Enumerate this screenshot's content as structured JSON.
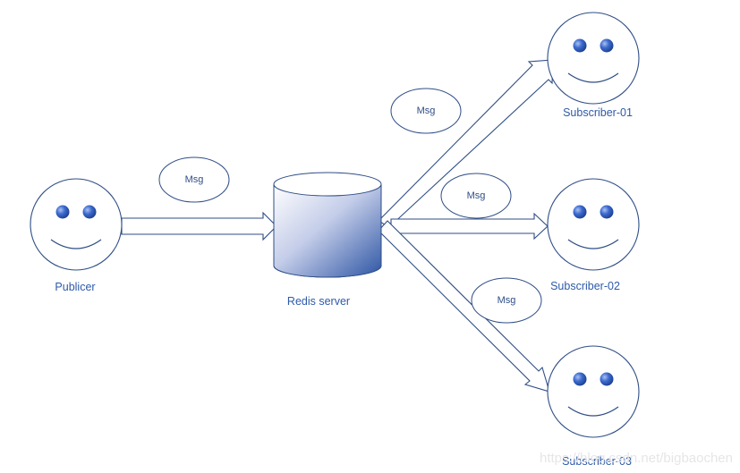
{
  "nodes": {
    "publisher": {
      "label": "Publicer"
    },
    "redis": {
      "label": "Redis server"
    },
    "subscriber_01": {
      "label": "Subscriber-01"
    },
    "subscriber_02": {
      "label": "Subscriber-02"
    },
    "subscriber_03": {
      "label": "Subscriber-03"
    }
  },
  "messages": {
    "pub_to_redis": "Msg",
    "redis_to_sub01": "Msg",
    "redis_to_sub02": "Msg",
    "redis_to_sub03": "Msg"
  },
  "watermark": "https://blog.csdn.net/bigbaochen",
  "colors": {
    "line": "#2f4e86",
    "label": "#2e5aa8",
    "eye": "#2b55b0",
    "cylinder_dark": "#2d55a4"
  },
  "icons": {
    "face": "smiley-face-icon",
    "database": "database-cylinder-icon"
  }
}
